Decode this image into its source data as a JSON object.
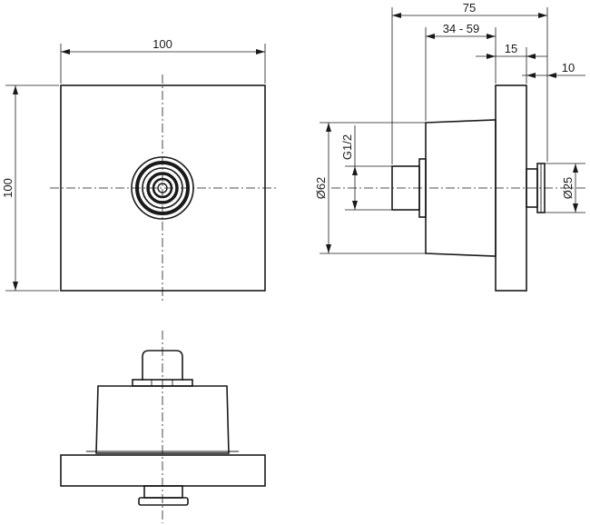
{
  "front_view": {
    "width_label": "100",
    "height_label": "100"
  },
  "side_view": {
    "total_depth_label": "75",
    "adjust_range_label": "34 - 59",
    "flange_label": "15",
    "outlet_label": "10",
    "thread_label": "G1/2",
    "diameter_large_label": "Ø62",
    "diameter_small_label": "Ø25"
  }
}
